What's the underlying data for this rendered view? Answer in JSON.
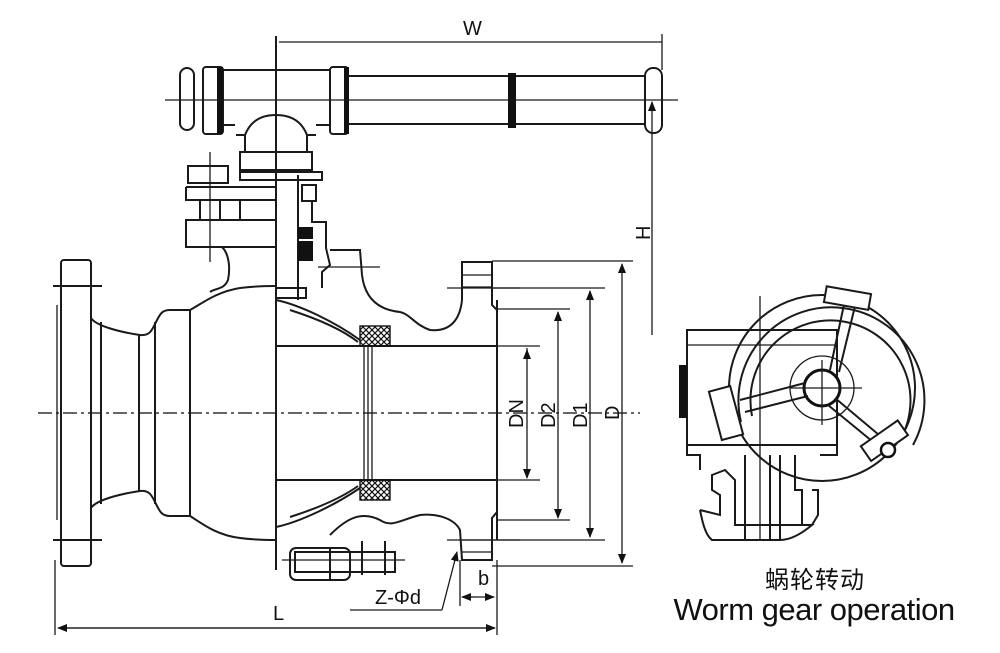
{
  "diagram": {
    "title": "Ball valve with lever handle and worm gear operation",
    "dimension_labels": {
      "W": "W",
      "H": "H",
      "DN": "DN",
      "D2": "D2",
      "D1": "D1",
      "D": "D",
      "L": "L",
      "b": "b",
      "Z_phi_d": "Z-Φd"
    },
    "caption": {
      "chinese": "蜗轮转动",
      "english": "Worm gear operation"
    },
    "colors": {
      "line": "#1a1a1a",
      "background": "#ffffff"
    }
  }
}
